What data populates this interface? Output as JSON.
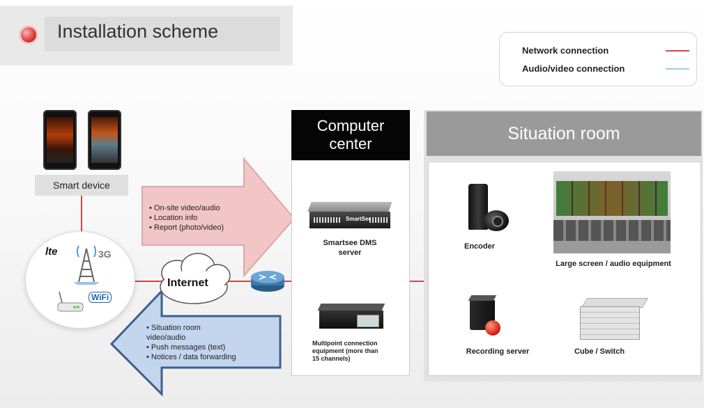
{
  "title": "Installation scheme",
  "legend": {
    "network": "Network connection",
    "audio_video": "Audio/video connection",
    "network_color": "#d9433f",
    "audio_video_color": "#9dcfe0"
  },
  "smart_device": {
    "label": "Smart device"
  },
  "network_icons": {
    "lte": "lte",
    "g3": "3G",
    "wifi": "WiFi"
  },
  "internet": "Internet",
  "upload_arrow": {
    "color": "#f2c6c6",
    "items": [
      "On-site video/audio",
      "Location info",
      "Report (photo/video)"
    ]
  },
  "download_arrow": {
    "color": "#c3d6ee",
    "items": [
      "Situation room video/audio",
      "Push messages (text)",
      "Notices / data forwarding"
    ]
  },
  "computer_center": {
    "title_line1": "Computer",
    "title_line2": "center",
    "server_brand": "SmartSee",
    "server_label_line1": "Smartsee DMS",
    "server_label_line2": "server",
    "multipoint_label_line1": "Multipoint connection",
    "multipoint_label_line2": "equipment (more than",
    "multipoint_label_line3": "15 channels)"
  },
  "situation_room": {
    "title": "Situation room",
    "encoder": "Encoder",
    "large_screen": "Large screen / audio equipment",
    "recording_server": "Recording server",
    "cube_switch": "Cube / Switch"
  }
}
